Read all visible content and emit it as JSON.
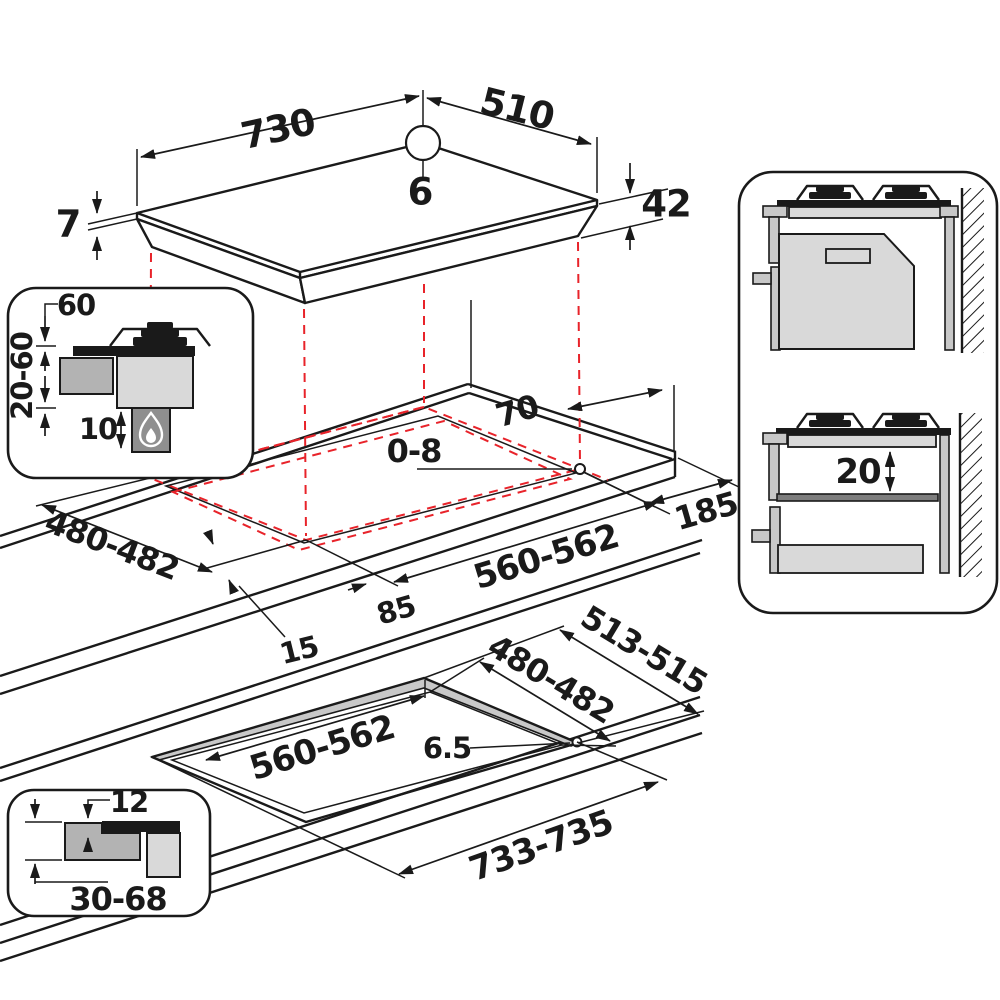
{
  "title": "Gas hob installation dimensions diagram",
  "colors": {
    "line": "#1a1a1a",
    "red_dashed": "#e8232a",
    "gray_light": "#d9d9d9",
    "gray_mid": "#b3b3b3",
    "gray_dark": "#8f8f8f",
    "shelf_gray": "#7d7d7d"
  },
  "hob": {
    "width": "730",
    "depth": "510",
    "glass_thickness": "6",
    "body_height": "42",
    "rim_height": "7"
  },
  "burner_detail": {
    "clearance_above": "60",
    "clearance_range": "20-60",
    "gap_below": "10"
  },
  "top_cutout": {
    "rear_distance": "70",
    "rear_gap": "0-8",
    "right_distance": "185",
    "depth": "480-482",
    "width": "560-562",
    "side_margin": "85",
    "front_margin": "15"
  },
  "flush_cutout": {
    "outer_depth": "513-515",
    "depth": "480-482",
    "width": "560-562",
    "corner_radius": "6.5",
    "outer_width": "733-735"
  },
  "flush_detail": {
    "rebate_depth": "12",
    "worktop_thickness": "30-68"
  },
  "clearances": {
    "shelf_distance": "20"
  }
}
